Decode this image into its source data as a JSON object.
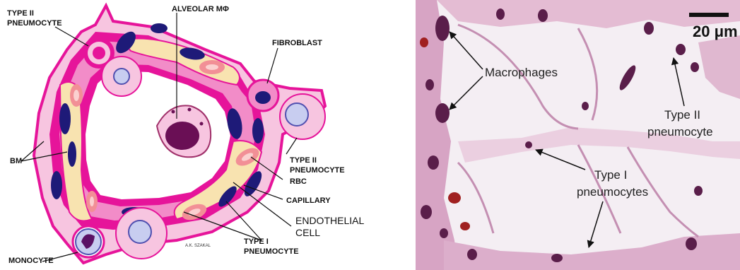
{
  "diagram": {
    "labels": {
      "type2_top": [
        "TYPE II",
        "PNEUMOCYTE"
      ],
      "alveolar_mphi": "ALVEOLAR MΦ",
      "fibroblast": "FIBROBLAST",
      "type2_right": [
        "TYPE II",
        "PNEUMOCYTE"
      ],
      "bm": "BM",
      "rbc": "RBC",
      "capillary": "CAPILLARY",
      "endothelial": [
        "ENDOTHELIAL",
        "CELL"
      ],
      "type1": [
        "TYPE I",
        "PNEUMOCYTE"
      ],
      "monocyte": "MONOCYTE",
      "author": "A.K. SZAKAL"
    }
  },
  "micrograph": {
    "scale_bar": "20 μm",
    "labels": {
      "macrophages": "Macrophages",
      "type2": [
        "Type II",
        "pneumocyte"
      ],
      "type1": [
        "Type I",
        "pneumocytes"
      ]
    }
  },
  "colors": {
    "epithelium": "#e6149a",
    "basement": "#f28cc8",
    "capillary_fill": "#f8e3b0",
    "nucleus": "#1e1a78",
    "rbc_outer": "#f28f96",
    "tissue_pink": "#d7a4c4",
    "nucleus_stain": "#5a1e4a"
  }
}
